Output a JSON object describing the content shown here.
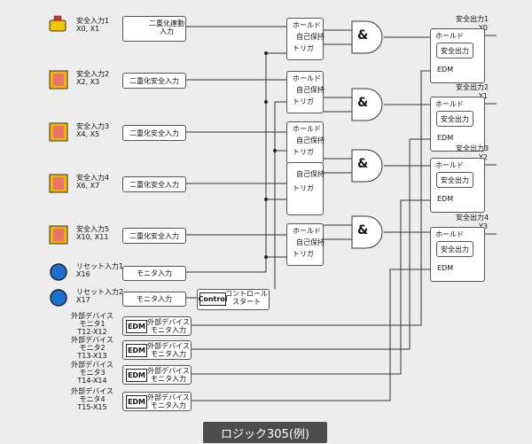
{
  "inputs": [
    {
      "name": "安全入力1",
      "ports": "X0, X1",
      "device": "e-stop-icon"
    },
    {
      "name": "安全入力2",
      "ports": "X2, X3",
      "device": "light-curtain-icon"
    },
    {
      "name": "安全入力3",
      "ports": "X4, X5",
      "device": "light-curtain-icon"
    },
    {
      "name": "安全入力4",
      "ports": "X6, X7",
      "device": "light-curtain-icon"
    },
    {
      "name": "安全入力5",
      "ports": "X10, X11",
      "device": "light-curtain-icon"
    },
    {
      "name": "リセット入力1",
      "ports": "X16",
      "device": "reset-button-icon"
    },
    {
      "name": "リセット入力2",
      "ports": "X17",
      "device": "reset-button-icon"
    }
  ],
  "input_blocks": {
    "linked": [
      "二重化連動",
      "入力"
    ],
    "dual": "二重化安全入力",
    "monitor": "モニタ入力",
    "control": "Control",
    "control_start": [
      "コントロール",
      "スタート"
    ]
  },
  "edm_inputs": [
    {
      "lines": [
        "外部デバイス",
        "モニタ1",
        "T12-X12"
      ]
    },
    {
      "lines": [
        "外部デバイス",
        "モニタ2",
        "T13-X13"
      ]
    },
    {
      "lines": [
        "外部デバイス",
        "モニタ3",
        "T14-X14"
      ]
    },
    {
      "lines": [
        "外部デバイス",
        "モニタ4",
        "T15-X15"
      ]
    }
  ],
  "edm_block": {
    "tag": "EDM",
    "text": [
      "外部デバイス",
      "モニタ入力"
    ]
  },
  "hold_block": {
    "hold": "ホールド",
    "self": "自己保持",
    "trigger": "トリガ"
  },
  "and_symbol": "&",
  "outputs": [
    {
      "name": "安全出力1",
      "port": "Y0"
    },
    {
      "name": "安全出力2",
      "port": "Y1"
    },
    {
      "name": "安全出力3",
      "port": "Y2"
    },
    {
      "name": "安全出力4",
      "port": "Y3"
    }
  ],
  "out_block": {
    "hold": "ホールド",
    "safe": "安全出力",
    "edm": "EDM"
  },
  "caption": "ロジック305(例)",
  "colors": {
    "background": "#ededed",
    "caption_bg": "#4d4d4d",
    "estop_red": "#d32f2f",
    "estop_yellow": "#f5c400",
    "curtain_frame": "#f2b400",
    "curtain_body": "#e8746c",
    "reset_blue": "#1b6fd0"
  }
}
